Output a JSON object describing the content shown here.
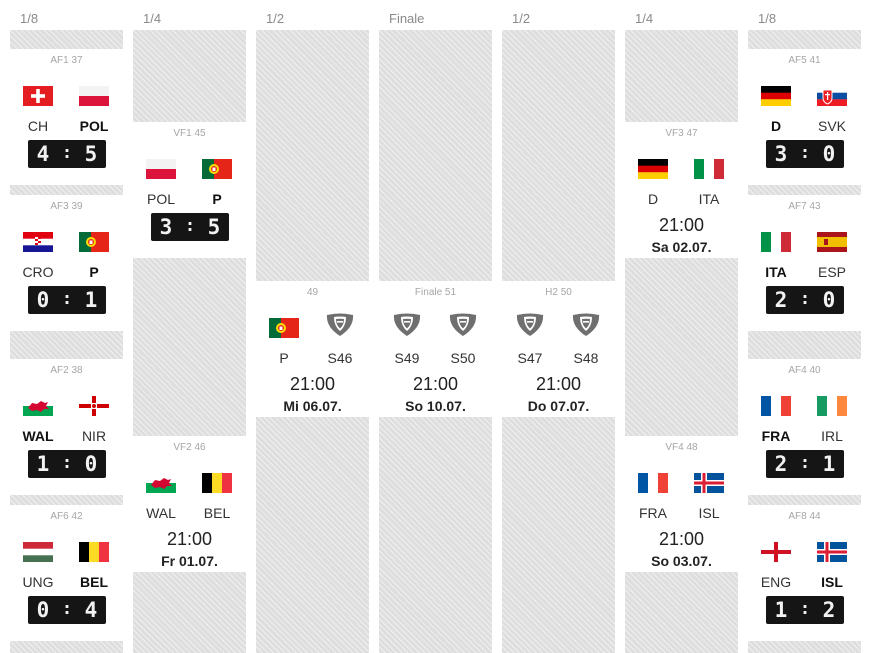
{
  "rounds": {
    "c0": "1/8",
    "c1": "1/4",
    "c2": "1/2",
    "c3": "Finale",
    "c4": "1/2",
    "c5": "1/4",
    "c6": "1/8"
  },
  "matches": {
    "af1": {
      "code": "AF1 37",
      "home": "CH",
      "away": "POL",
      "winner": "away",
      "score": [
        "4",
        "5"
      ]
    },
    "af3": {
      "code": "AF3 39",
      "home": "CRO",
      "away": "P",
      "winner": "away",
      "score": [
        "0",
        "1"
      ]
    },
    "af2": {
      "code": "AF2 38",
      "home": "WAL",
      "away": "NIR",
      "winner": "home",
      "score": [
        "1",
        "0"
      ]
    },
    "af6": {
      "code": "AF6 42",
      "home": "UNG",
      "away": "BEL",
      "winner": "away",
      "score": [
        "0",
        "4"
      ]
    },
    "vf1": {
      "code": "VF1 45",
      "home": "POL",
      "away": "P",
      "winner": "away",
      "score": [
        "3",
        "5"
      ]
    },
    "vf2": {
      "code": "VF2 46",
      "home": "WAL",
      "away": "BEL",
      "time": "21:00",
      "date": "Fr 01.07."
    },
    "sf49": {
      "code": "49",
      "home": "P",
      "away": "S46",
      "time": "21:00",
      "date": "Mi 06.07."
    },
    "final": {
      "code": "Finale 51",
      "home": "S49",
      "away": "S50",
      "time": "21:00",
      "date": "So 10.07."
    },
    "h2": {
      "code": "H2 50",
      "home": "S47",
      "away": "S48",
      "time": "21:00",
      "date": "Do 07.07."
    },
    "vf3": {
      "code": "VF3 47",
      "home": "D",
      "away": "ITA",
      "time": "21:00",
      "date": "Sa 02.07."
    },
    "vf4": {
      "code": "VF4 48",
      "home": "FRA",
      "away": "ISL",
      "time": "21:00",
      "date": "So 03.07."
    },
    "af5": {
      "code": "AF5 41",
      "home": "D",
      "away": "SVK",
      "winner": "home",
      "score": [
        "3",
        "0"
      ]
    },
    "af7": {
      "code": "AF7 43",
      "home": "ITA",
      "away": "ESP",
      "winner": "home",
      "score": [
        "2",
        "0"
      ]
    },
    "af4": {
      "code": "AF4 40",
      "home": "FRA",
      "away": "IRL",
      "winner": "home",
      "score": [
        "2",
        "1"
      ]
    },
    "af8": {
      "code": "AF8 44",
      "home": "ENG",
      "away": "ISL",
      "winner": "away",
      "score": [
        "1",
        "2"
      ]
    }
  },
  "icons": {
    "placeholder": "shield-icon"
  },
  "colors": {
    "column_bg": "#dedede",
    "scoreboard": "#151515",
    "muted": "#a6a6a6"
  }
}
